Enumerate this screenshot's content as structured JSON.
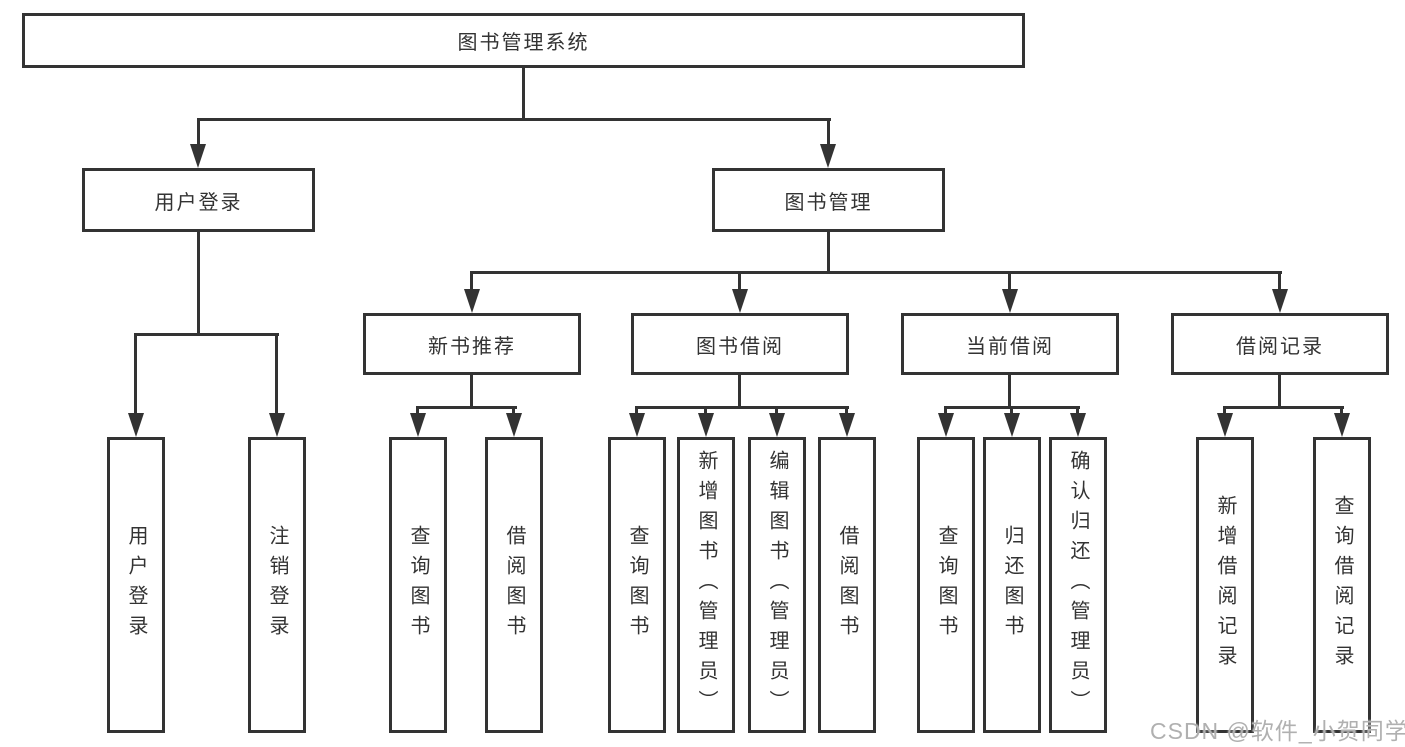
{
  "diagram": {
    "root": "图书管理系统",
    "level2": [
      "用户登录",
      "图书管理"
    ],
    "level3": [
      "新书推荐",
      "图书借阅",
      "当前借阅",
      "借阅记录"
    ],
    "leaves": {
      "user_login": [
        "用户登录",
        "注销登录"
      ],
      "new_book_recommend": [
        "查询图书",
        "借阅图书"
      ],
      "book_borrow": [
        "查询图书",
        "新增图书（管理员）",
        "编辑图书（管理员）",
        "借阅图书"
      ],
      "current_borrow": [
        "查询图书",
        "归还图书",
        "确认归还（管理员）"
      ],
      "borrow_records": [
        "新增借阅记录",
        "查询借阅记录"
      ]
    },
    "colors": {
      "line": "#333333",
      "text": "#333333",
      "box_fill": "#ffffff",
      "watermark": "#b0b0b0"
    },
    "watermark": "CSDN @软件_小贺同学"
  }
}
